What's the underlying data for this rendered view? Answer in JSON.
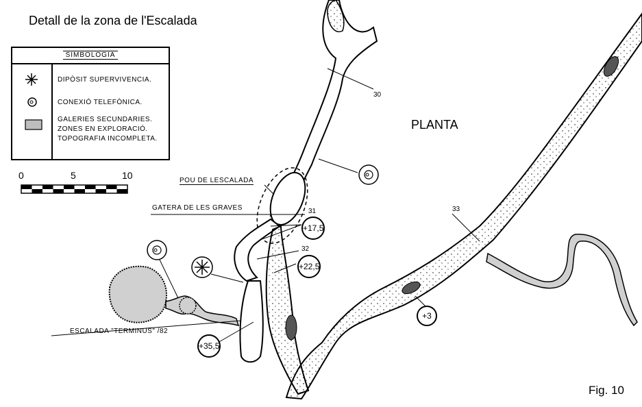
{
  "title": "Detall de la zona de l'Escalada",
  "figure_label": "Fig. 10",
  "view_label": "PLANTA",
  "legend": {
    "header": "SIMBOLOGIA",
    "items": [
      {
        "icon": "asterisk-icon",
        "text": "DIPÒSIT SUPERVIVENCIA."
      },
      {
        "icon": "telephone-connection-icon",
        "text": "CONEXIÓ TELEFÒNICA."
      },
      {
        "icon": "shaded-gallery-swatch",
        "lines": [
          "GALERIES SECUNDARIES.",
          "ZONES EN EXPLORACIÓ.",
          "TOPOGRAFIA INCOMPLETA."
        ]
      }
    ]
  },
  "scale": {
    "labels": [
      "0",
      "5",
      "10"
    ]
  },
  "labels": {
    "pou": "POU DE LESCALADA",
    "gatera": "GATERA DE LES GRAVES",
    "escalada": "ESCALADA \"TERMINUS\" /82"
  },
  "stations": [
    "30",
    "31",
    "32",
    "33"
  ],
  "heights": [
    "+17,5",
    "+22,5",
    "+35,5",
    "+3"
  ],
  "colors": {
    "ink": "#000000",
    "fill": "#d0d0d0",
    "paper": "#ffffff"
  }
}
